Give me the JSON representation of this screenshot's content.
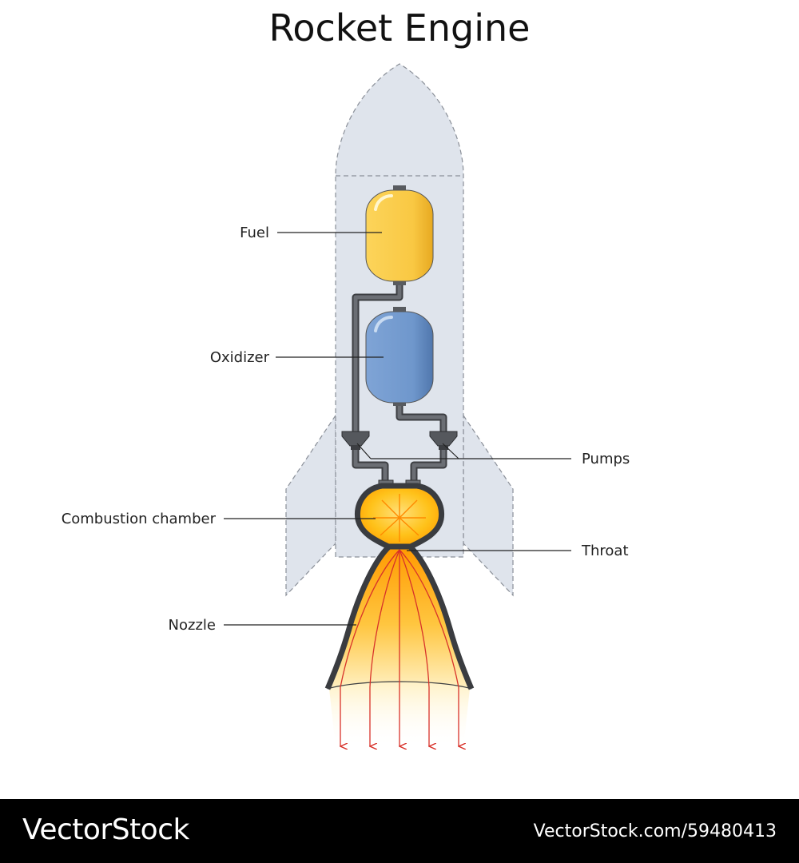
{
  "title": "Rocket Engine",
  "labels": {
    "fuel": "Fuel",
    "oxidizer": "Oxidizer",
    "pumps": "Pumps",
    "combustion_chamber": "Combustion chamber",
    "throat": "Throat",
    "nozzle": "Nozzle"
  },
  "watermark": {
    "brand": "VectorStock",
    "image_id": "VectorStock.com/59480413"
  },
  "colors": {
    "rocket_body": "#dfe4ec",
    "rocket_outline": "#7a7f88",
    "fuel_tank": "#f9c843",
    "oxidizer_tank": "#6f97cc",
    "pipe": "#585b60",
    "flame_core": "#ffb300",
    "flame_outer": "#ffe79a",
    "exhaust_arrow": "#d8322a"
  }
}
